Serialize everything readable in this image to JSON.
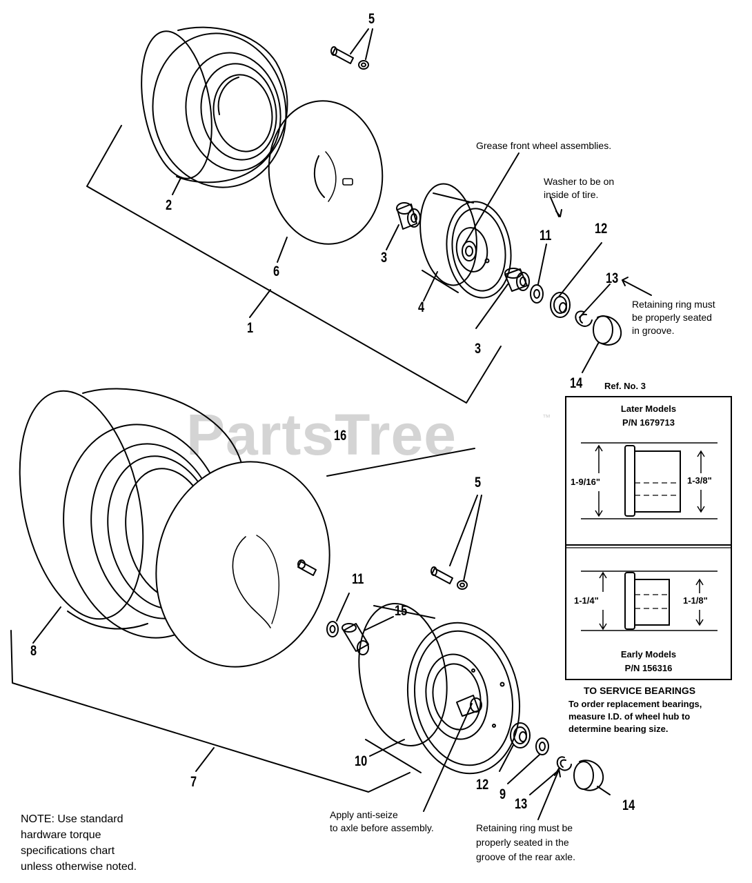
{
  "watermark": {
    "text": "PartsTree",
    "trademark": "™"
  },
  "part_numbers": [
    {
      "id": "5a",
      "label": "5"
    },
    {
      "id": "2",
      "label": "2"
    },
    {
      "id": "6",
      "label": "6"
    },
    {
      "id": "1",
      "label": "1"
    },
    {
      "id": "3a",
      "label": "3"
    },
    {
      "id": "4",
      "label": "4"
    },
    {
      "id": "3b",
      "label": "3"
    },
    {
      "id": "11a",
      "label": "11"
    },
    {
      "id": "12a",
      "label": "12"
    },
    {
      "id": "13a",
      "label": "13"
    },
    {
      "id": "14a",
      "label": "14"
    },
    {
      "id": "16",
      "label": "16"
    },
    {
      "id": "5b",
      "label": "5"
    },
    {
      "id": "11b",
      "label": "11"
    },
    {
      "id": "15",
      "label": "15"
    },
    {
      "id": "8",
      "label": "8"
    },
    {
      "id": "7",
      "label": "7"
    },
    {
      "id": "10",
      "label": "10"
    },
    {
      "id": "12b",
      "label": "12"
    },
    {
      "id": "9",
      "label": "9"
    },
    {
      "id": "13b",
      "label": "13"
    },
    {
      "id": "14b",
      "label": "14"
    }
  ],
  "callouts": {
    "grease": "Grease front wheel assemblies.",
    "washer": [
      "Washer to be on",
      "inside of tire."
    ],
    "retaining_front": [
      "Retaining ring must",
      "be properly seated",
      "in groove."
    ],
    "anti_seize": [
      "Apply anti-seize",
      "to axle before assembly."
    ],
    "retaining_rear": [
      "Retaining ring must be",
      "properly seated in the",
      "groove of the rear axle."
    ],
    "note": [
      "NOTE:  Use standard",
      "hardware torque",
      "specifications chart",
      "unless otherwise noted."
    ]
  },
  "bearing_box": {
    "ref": "Ref. No. 3",
    "later": {
      "title": "Later Models",
      "pn": "P/N 1679713",
      "od": "1-9/16\"",
      "id": "1-3/8\""
    },
    "early": {
      "title": "Early Models",
      "pn": "P/N 156316",
      "od": "1-1/4\"",
      "id": "1-1/8\""
    },
    "service": {
      "title": "TO SERVICE BEARINGS",
      "lines": [
        "To order replacement bearings,",
        "measure I.D. of wheel hub to",
        "determine bearing size."
      ]
    }
  }
}
